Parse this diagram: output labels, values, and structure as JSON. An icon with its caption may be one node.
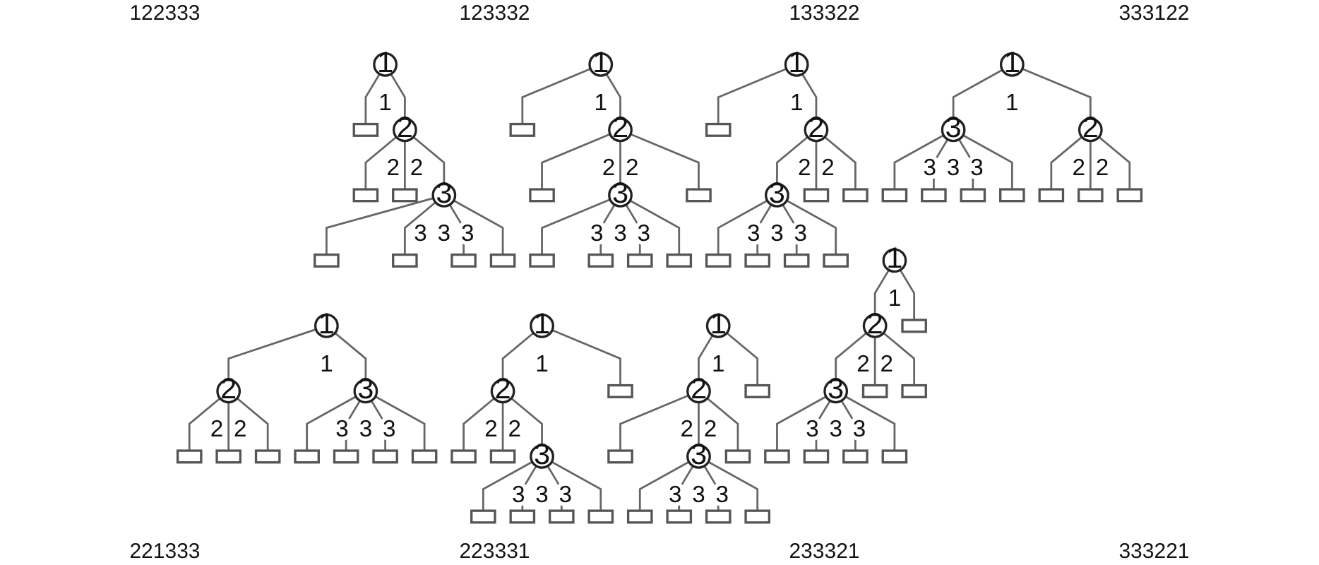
{
  "diagram": {
    "nodes": [
      {
        "text": [
          "1"
        ],
        "beside": [
          "1"
        ]
      },
      {
        "text": [],
        "shape": "box"
      },
      {
        "text": [
          "2"
        ],
        "beside": [
          "2",
          "2"
        ]
      },
      {
        "text": [],
        "shape": "box"
      },
      {
        "text": [],
        "shape": "box"
      },
      {
        "text": [
          "3"
        ],
        "beside": [
          "3",
          "3",
          "3"
        ]
      },
      {
        "text": [],
        "shape": "box"
      },
      {
        "text": [],
        "shape": "box"
      },
      {
        "text": [],
        "shape": "box"
      },
      {
        "text": [],
        "shape": "box"
      },
      {
        "text": [
          "1"
        ],
        "beside": [
          "1"
        ]
      },
      {
        "text": [],
        "shape": "box"
      },
      {
        "text": [
          "2"
        ],
        "beside": [
          "2",
          "2"
        ]
      },
      {
        "text": [],
        "shape": "box"
      },
      {
        "text": [
          "3"
        ],
        "beside": [
          "3",
          "3",
          "3"
        ]
      },
      {
        "text": [],
        "shape": "box"
      },
      {
        "text": [],
        "shape": "box"
      },
      {
        "text": [],
        "shape": "box"
      },
      {
        "text": [],
        "shape": "box"
      },
      {
        "text": [],
        "shape": "box"
      },
      {
        "text": [
          "1"
        ],
        "beside": [
          "1"
        ]
      },
      {
        "text": [],
        "shape": "box"
      },
      {
        "text": [
          "2"
        ],
        "beside": [
          "2",
          "2"
        ]
      },
      {
        "text": [
          "3"
        ],
        "beside": [
          "3",
          "3",
          "3"
        ]
      },
      {
        "text": [],
        "shape": "box"
      },
      {
        "text": [],
        "shape": "box"
      },
      {
        "text": [],
        "shape": "box"
      },
      {
        "text": [],
        "shape": "box"
      },
      {
        "text": [],
        "shape": "box"
      },
      {
        "text": [],
        "shape": "box"
      },
      {
        "text": [
          "1"
        ],
        "beside": [
          "1"
        ]
      },
      {
        "text": [
          "3"
        ],
        "beside": [
          "3",
          "3",
          "3"
        ]
      },
      {
        "text": [
          "2"
        ],
        "beside": [
          "2",
          "2"
        ]
      },
      {
        "text": [],
        "shape": "box"
      },
      {
        "text": [],
        "shape": "box"
      },
      {
        "text": [],
        "shape": "box"
      },
      {
        "text": [],
        "shape": "box"
      },
      {
        "text": [],
        "shape": "box"
      },
      {
        "text": [],
        "shape": "box"
      },
      {
        "text": [],
        "shape": "box"
      },
      {
        "text": [
          "1"
        ],
        "beside": [
          "1"
        ]
      },
      {
        "text": [
          "2"
        ],
        "beside": [
          "2",
          "2"
        ]
      },
      {
        "text": [
          "3"
        ],
        "beside": [
          "3",
          "3",
          "3"
        ]
      },
      {
        "text": [],
        "shape": "box"
      },
      {
        "text": [],
        "shape": "box"
      },
      {
        "text": [],
        "shape": "box"
      },
      {
        "text": [],
        "shape": "box"
      },
      {
        "text": [],
        "shape": "box"
      },
      {
        "text": [],
        "shape": "box"
      },
      {
        "text": [],
        "shape": "box"
      },
      {
        "text": [
          "1"
        ],
        "beside": [
          "1"
        ]
      },
      {
        "text": [
          "2"
        ],
        "beside": [
          "2",
          "2"
        ]
      },
      {
        "text": [],
        "shape": "box"
      },
      {
        "text": [],
        "shape": "box"
      },
      {
        "text": [],
        "shape": "box"
      },
      {
        "text": [
          "3"
        ],
        "beside": [
          "3",
          "3",
          "3"
        ]
      },
      {
        "text": [],
        "shape": "box"
      },
      {
        "text": [],
        "shape": "box"
      },
      {
        "text": [],
        "shape": "box"
      },
      {
        "text": [],
        "shape": "box"
      },
      {
        "text": [
          "1"
        ],
        "beside": [
          "1"
        ]
      },
      {
        "text": [
          "2"
        ],
        "beside": [
          "2",
          "2"
        ]
      },
      {
        "text": [],
        "shape": "box"
      },
      {
        "text": [],
        "shape": "box"
      },
      {
        "text": [
          "3"
        ],
        "beside": [
          "3",
          "3",
          "3"
        ]
      },
      {
        "text": [],
        "shape": "box"
      },
      {
        "text": [],
        "shape": "box"
      },
      {
        "text": [],
        "shape": "box"
      },
      {
        "text": [],
        "shape": "box"
      },
      {
        "text": [],
        "shape": "box"
      },
      {
        "text": [
          "1"
        ],
        "beside": [
          "1"
        ]
      },
      {
        "text": [
          "2"
        ],
        "beside": [
          "2",
          "2"
        ]
      },
      {
        "text": [],
        "shape": "box"
      },
      {
        "text": [
          "3"
        ],
        "beside": [
          "3",
          "3",
          "3"
        ]
      },
      {
        "text": [],
        "shape": "box"
      },
      {
        "text": [],
        "shape": "box"
      },
      {
        "text": [],
        "shape": "box"
      },
      {
        "text": [],
        "shape": "box"
      },
      {
        "text": [],
        "shape": "box"
      },
      {
        "text": [],
        "shape": "box"
      }
    ],
    "edges": [
      {
        "from": 0,
        "to": 1,
        "arrow": "none"
      },
      {
        "from": 0,
        "to": 2,
        "arrow": "none"
      },
      {
        "from": 2,
        "to": 3,
        "arrow": "none"
      },
      {
        "from": 2,
        "to": 4,
        "arrow": "none"
      },
      {
        "from": 2,
        "to": 5,
        "arrow": "none"
      },
      {
        "from": 5,
        "to": 6,
        "arrow": "none"
      },
      {
        "from": 5,
        "to": 7,
        "arrow": "none"
      },
      {
        "from": 5,
        "to": 8,
        "arrow": "none"
      },
      {
        "from": 5,
        "to": 9,
        "arrow": "none"
      },
      {
        "from": 10,
        "to": 11,
        "arrow": "none"
      },
      {
        "from": 10,
        "to": 12,
        "arrow": "none"
      },
      {
        "from": 12,
        "to": 13,
        "arrow": "none"
      },
      {
        "from": 12,
        "to": 14,
        "arrow": "none"
      },
      {
        "from": 12,
        "to": 15,
        "arrow": "none"
      },
      {
        "from": 14,
        "to": 16,
        "arrow": "none"
      },
      {
        "from": 14,
        "to": 17,
        "arrow": "none"
      },
      {
        "from": 14,
        "to": 18,
        "arrow": "none"
      },
      {
        "from": 14,
        "to": 19,
        "arrow": "none"
      },
      {
        "from": 20,
        "to": 21,
        "arrow": "none"
      },
      {
        "from": 20,
        "to": 22,
        "arrow": "none"
      },
      {
        "from": 22,
        "to": 23,
        "arrow": "none"
      },
      {
        "from": 22,
        "to": 24,
        "arrow": "none"
      },
      {
        "from": 22,
        "to": 25,
        "arrow": "none"
      },
      {
        "from": 23,
        "to": 26,
        "arrow": "none"
      },
      {
        "from": 23,
        "to": 27,
        "arrow": "none"
      },
      {
        "from": 23,
        "to": 28,
        "arrow": "none"
      },
      {
        "from": 23,
        "to": 29,
        "arrow": "none"
      },
      {
        "from": 30,
        "to": 31,
        "arrow": "none"
      },
      {
        "from": 30,
        "to": 32,
        "arrow": "none"
      },
      {
        "from": 31,
        "to": 33,
        "arrow": "none"
      },
      {
        "from": 31,
        "to": 34,
        "arrow": "none"
      },
      {
        "from": 31,
        "to": 35,
        "arrow": "none"
      },
      {
        "from": 31,
        "to": 36,
        "arrow": "none"
      },
      {
        "from": 32,
        "to": 37,
        "arrow": "none"
      },
      {
        "from": 32,
        "to": 38,
        "arrow": "none"
      },
      {
        "from": 32,
        "to": 39,
        "arrow": "none"
      },
      {
        "from": 40,
        "to": 41,
        "arrow": "none"
      },
      {
        "from": 40,
        "to": 42,
        "arrow": "none"
      },
      {
        "from": 41,
        "to": 43,
        "arrow": "none"
      },
      {
        "from": 41,
        "to": 44,
        "arrow": "none"
      },
      {
        "from": 41,
        "to": 45,
        "arrow": "none"
      },
      {
        "from": 42,
        "to": 46,
        "arrow": "none"
      },
      {
        "from": 42,
        "to": 47,
        "arrow": "none"
      },
      {
        "from": 42,
        "to": 48,
        "arrow": "none"
      },
      {
        "from": 42,
        "to": 49,
        "arrow": "none"
      },
      {
        "from": 50,
        "to": 51,
        "arrow": "none"
      },
      {
        "from": 50,
        "to": 52,
        "arrow": "none"
      },
      {
        "from": 51,
        "to": 53,
        "arrow": "none"
      },
      {
        "from": 51,
        "to": 54,
        "arrow": "none"
      },
      {
        "from": 51,
        "to": 55,
        "arrow": "none"
      },
      {
        "from": 55,
        "to": 56,
        "arrow": "none"
      },
      {
        "from": 55,
        "to": 57,
        "arrow": "none"
      },
      {
        "from": 55,
        "to": 58,
        "arrow": "none"
      },
      {
        "from": 55,
        "to": 59,
        "arrow": "none"
      },
      {
        "from": 60,
        "to": 61,
        "arrow": "none"
      },
      {
        "from": 60,
        "to": 62,
        "arrow": "none"
      },
      {
        "from": 61,
        "to": 63,
        "arrow": "none"
      },
      {
        "from": 61,
        "to": 64,
        "arrow": "none"
      },
      {
        "from": 61,
        "to": 65,
        "arrow": "none"
      },
      {
        "from": 64,
        "to": 66,
        "arrow": "none"
      },
      {
        "from": 64,
        "to": 67,
        "arrow": "none"
      },
      {
        "from": 64,
        "to": 68,
        "arrow": "none"
      },
      {
        "from": 64,
        "to": 69,
        "arrow": "none"
      },
      {
        "from": 70,
        "to": 71,
        "arrow": "none"
      },
      {
        "from": 70,
        "to": 72,
        "arrow": "none"
      },
      {
        "from": 71,
        "to": 73,
        "arrow": "none"
      },
      {
        "from": 71,
        "to": 74,
        "arrow": "none"
      },
      {
        "from": 71,
        "to": 75,
        "arrow": "none"
      },
      {
        "from": 73,
        "to": 76,
        "arrow": "none"
      },
      {
        "from": 73,
        "to": 77,
        "arrow": "none"
      },
      {
        "from": 73,
        "to": 78,
        "arrow": "none"
      },
      {
        "from": 73,
        "to": 79,
        "arrow": "none"
      }
    ],
    "labels": [
      "122333",
      "123332",
      "133322",
      "333122",
      "221333",
      "223331",
      "233321",
      "333221"
    ]
  }
}
